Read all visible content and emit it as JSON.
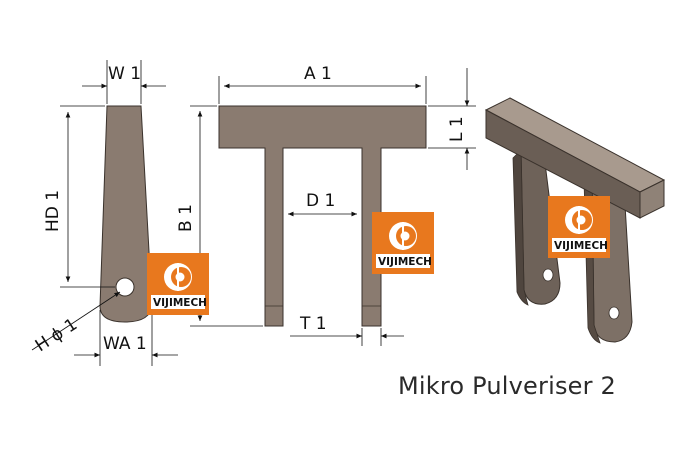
{
  "dimensions": {
    "w1": "W 1",
    "a1": "A 1",
    "l1": "L 1",
    "hd1": "HD 1",
    "b1": "B 1",
    "d1": "D 1",
    "h_phi1": "H ɸ 1",
    "wa1": "WA 1",
    "t1": "T 1"
  },
  "logo": {
    "text": "VIJIMECH",
    "color": "#e8781e"
  },
  "caption": "Mikro Pulveriser 2",
  "colors": {
    "part_fill": "#8a7b70",
    "part_dark": "#5e524a",
    "part_light": "#a89a8e"
  }
}
